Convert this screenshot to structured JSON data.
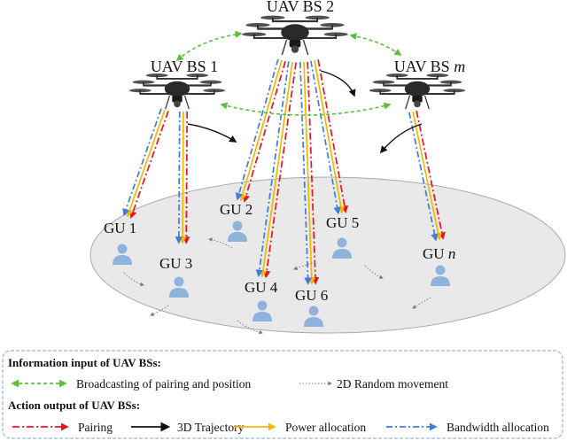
{
  "uavs": [
    {
      "label_main": "UAV BS 2",
      "label_var": ""
    },
    {
      "label_main": "UAV BS 1",
      "label_var": ""
    },
    {
      "label_main": "UAV BS ",
      "label_var": "m"
    }
  ],
  "gus": [
    {
      "label_main": "GU 1",
      "label_var": ""
    },
    {
      "label_main": "GU 2",
      "label_var": ""
    },
    {
      "label_main": "GU 3",
      "label_var": ""
    },
    {
      "label_main": "GU 4",
      "label_var": ""
    },
    {
      "label_main": "GU 5",
      "label_var": ""
    },
    {
      "label_main": "GU 6",
      "label_var": ""
    },
    {
      "label_main": "GU ",
      "label_var": "n"
    }
  ],
  "legend": {
    "info_title": "Information input of UAV BSs:",
    "broadcast_label": "Broadcasting of pairing and position",
    "random_label": "2D Random movement",
    "action_title": "Action output of UAV BSs:",
    "pairing_label": "Pairing",
    "trajectory_label": "3D Trajectory",
    "power_label": "Power allocation",
    "bandwidth_label": "Bandwidth allocation"
  },
  "colors": {
    "pairing": "#e8141a",
    "power": "#f5b800",
    "bandwidth": "#3e7ed8",
    "broadcast": "#5cbf3c",
    "trajectory": "#111111",
    "random": "#777777",
    "ground_fill": "#e9e9e9",
    "ground_stroke": "#aaaaaa",
    "user_icon": "#8fb3dd",
    "legend_border": "#9ab4d6"
  }
}
